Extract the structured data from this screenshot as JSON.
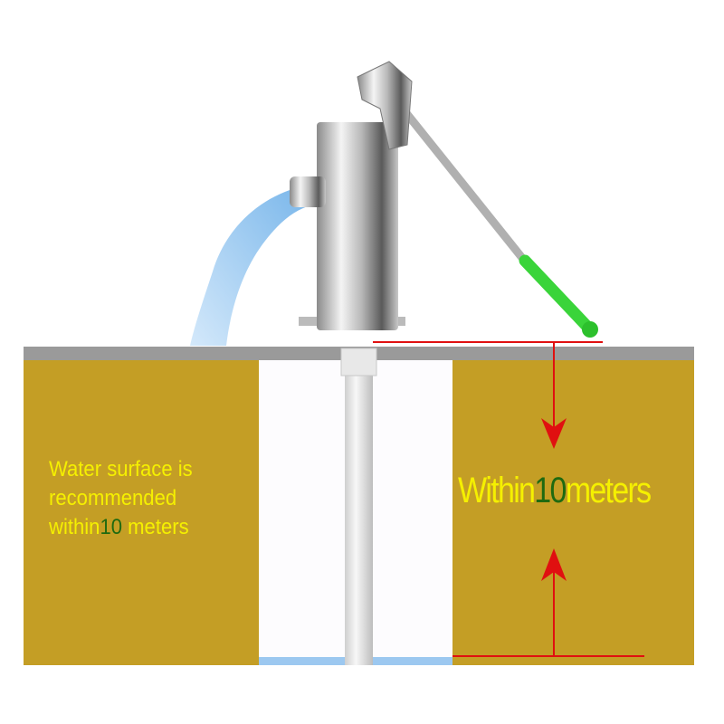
{
  "left_note": {
    "line1": "Water surface is",
    "line2": "recommended",
    "line3_prefix": "within",
    "line3_number": "10",
    "line3_suffix": " meters"
  },
  "right_note": {
    "prefix": "Within",
    "number": "10",
    "suffix": "meters"
  },
  "colors": {
    "soil": "#c49e25",
    "ground": "#9a9a9a",
    "arrow": "#e01010",
    "text": "#f5f000",
    "number": "#1f6a10",
    "handle_grip": "#3ad43a",
    "water": "#9cc8f0"
  }
}
